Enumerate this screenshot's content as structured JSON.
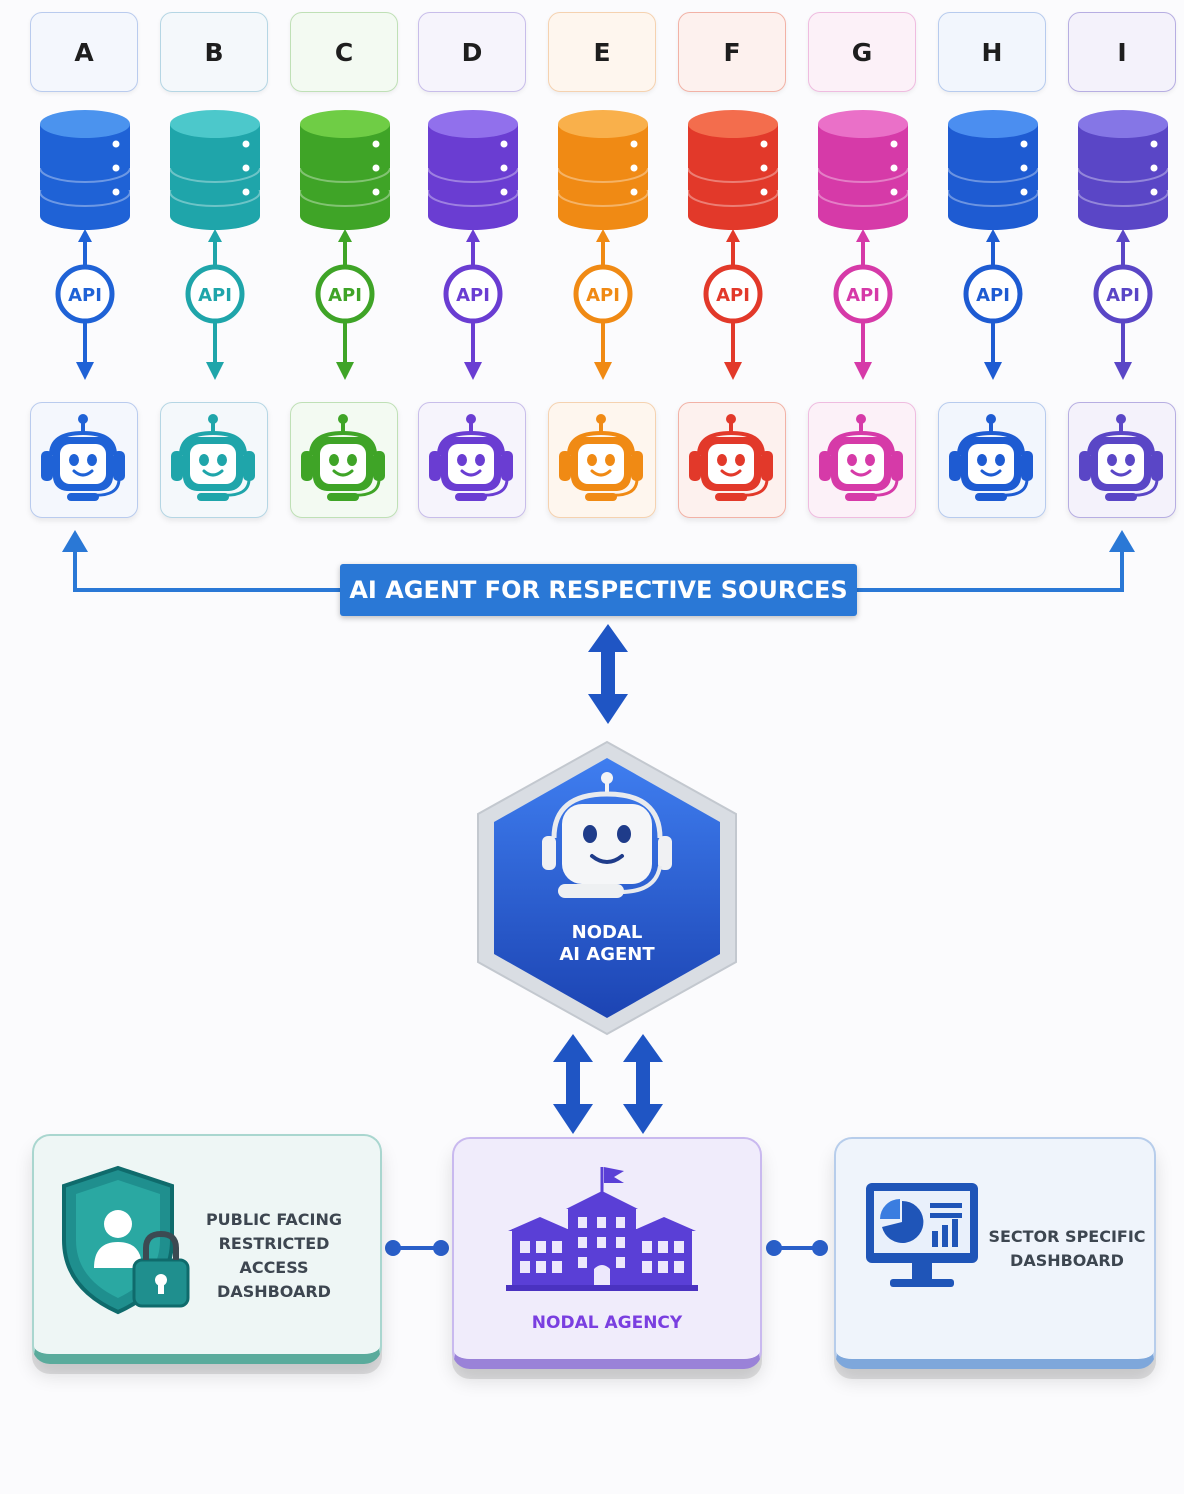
{
  "sources": [
    {
      "label": "A",
      "color": "#1f62d6",
      "light": "#4b93ee",
      "tint": "#f4f7fd",
      "border": "#b9cbee"
    },
    {
      "label": "B",
      "color": "#1fa5aa",
      "light": "#4cc8cb",
      "tint": "#f4f8fb",
      "border": "#b5d6e4"
    },
    {
      "label": "C",
      "color": "#3fa427",
      "light": "#6fcd45",
      "tint": "#f3faf2",
      "border": "#bfe0b6"
    },
    {
      "label": "D",
      "color": "#6a3dd2",
      "light": "#9170ec",
      "tint": "#f6f4fc",
      "border": "#c8bdea"
    },
    {
      "label": "E",
      "color": "#f08a14",
      "light": "#f9b04b",
      "tint": "#fef6ee",
      "border": "#f5d2b0"
    },
    {
      "label": "F",
      "color": "#e2392a",
      "light": "#f36d4d",
      "tint": "#fdf1ee",
      "border": "#f2b2a6"
    },
    {
      "label": "G",
      "color": "#d63aa8",
      "light": "#ea70c8",
      "tint": "#fcf1f8",
      "border": "#efbce0"
    },
    {
      "label": "H",
      "color": "#1e5bd2",
      "light": "#4b8ef0",
      "tint": "#f2f6fd",
      "border": "#b7cbee"
    },
    {
      "label": "I",
      "color": "#5a46c6",
      "light": "#8576e6",
      "tint": "#f4f2fb",
      "border": "#b7aee2"
    }
  ],
  "api_label": "API",
  "banner": "AI AGENT FOR RESPECTIVE SOURCES",
  "nodal_agent": {
    "line1": "NODAL",
    "line2": "AI AGENT"
  },
  "public_dashboard": {
    "line1": "PUBLIC FACING",
    "line2": "RESTRICTED ACCESS",
    "line3": "DASHBOARD"
  },
  "nodal_agency": "NODAL AGENCY",
  "sector_dashboard": {
    "line1": "SECTOR SPECIFIC",
    "line2": "DASHBOARD"
  }
}
